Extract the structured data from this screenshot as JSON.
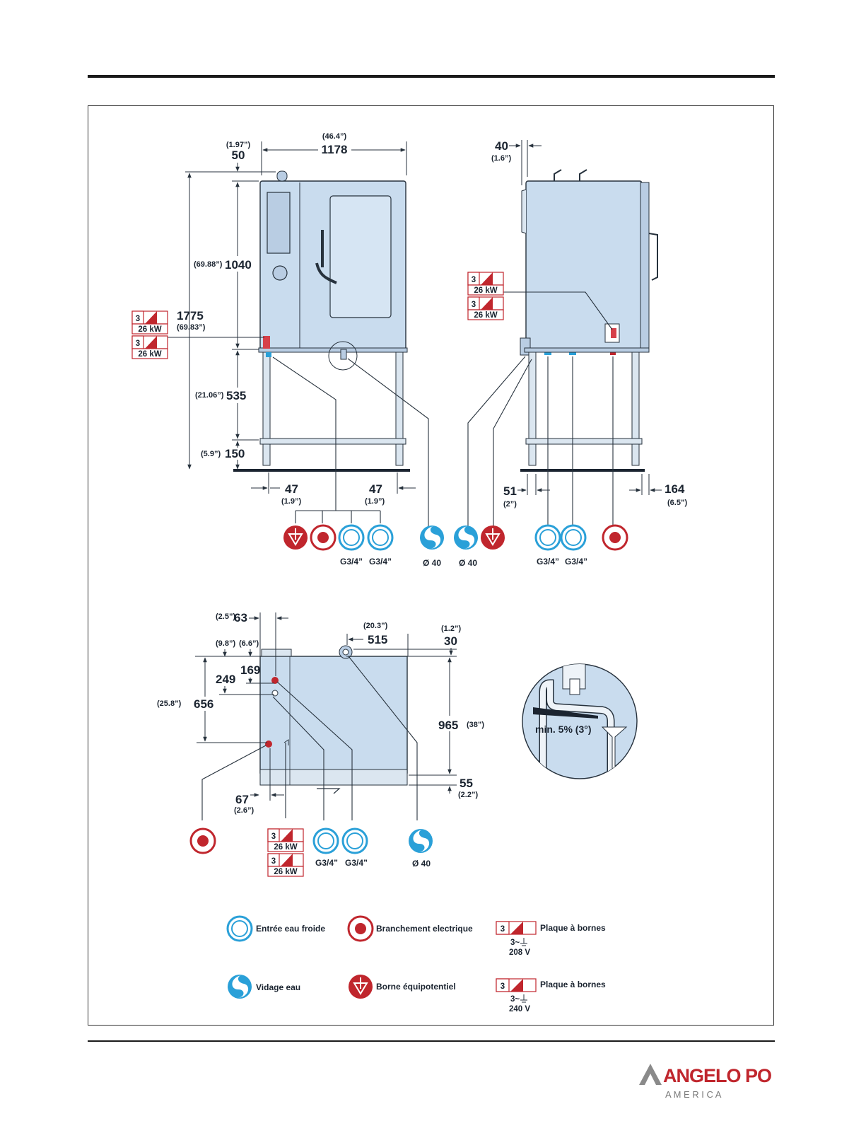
{
  "brand": {
    "name": "ANGELO PO",
    "sub": "A M E R I C A",
    "color": "#c0262d"
  },
  "colors": {
    "water": "#2aa0d8",
    "electric": "#c0262d",
    "unit_fill": "#c9dcee"
  },
  "front_view": {
    "dims": {
      "width_mm": "1178",
      "width_in": "(46.4”)",
      "top_mm": "50",
      "top_in": "(1.97”)",
      "height_total_mm": "1775",
      "height_total_in": "(69.83”)",
      "body_mm": "1040",
      "body_in": "(69.88”)",
      "stand_mm": "535",
      "stand_in": "(21.06”)",
      "foot_mm": "150",
      "foot_in": "(5.9”)",
      "left_mm": "47",
      "left_in": "(1.9”)",
      "right_mm": "47",
      "right_in": "(1.9”)"
    },
    "conn_labels": [
      "G3/4”",
      "G3/4”",
      "Ø 40"
    ]
  },
  "side_view": {
    "dims": {
      "top_mm": "40",
      "top_in": "(1.6”)",
      "left_mm": "51",
      "left_in": "(2”)",
      "right_mm": "164",
      "right_in": "(6.5”)"
    },
    "conn_labels": [
      "Ø 40",
      "G3/4”",
      "G3/4”"
    ]
  },
  "top_view": {
    "dims": {
      "a_mm": "63",
      "a_in": "(2.5”)",
      "b_mm": "249",
      "b_in": "(9.8”)",
      "c_mm": "169",
      "c_in": "(6.6”)",
      "d_mm": "656",
      "d_in": "(25.8”)",
      "e_mm": "515",
      "e_in": "(20.3”)",
      "f_mm": "30",
      "f_in": "(1.2”)",
      "g_mm": "965",
      "g_in": "(38”)",
      "h_mm": "55",
      "h_in": "(2.2”)",
      "i_mm": "67",
      "i_in": "(2.6”)"
    },
    "conn_labels": [
      "G3/4”",
      "G3/4”",
      "Ø 40"
    ]
  },
  "terminal": {
    "phase": "3",
    "power": "26 kW"
  },
  "drain_detail": {
    "slope": "min. 5% (3°)"
  },
  "legend": {
    "cold_water": "Entrée eau froide",
    "electrical": "Branchement electrique",
    "terminal_a": "Plaque à bornes",
    "terminal_a_supply": "3~",
    "terminal_a_voltage": "208 V",
    "drain": "Vidage eau",
    "equipotential": "Borne équipotentiel",
    "terminal_b": "Plaque à bornes",
    "terminal_b_supply": "3~",
    "terminal_b_voltage": "240 V",
    "terminal_phase": "3"
  }
}
